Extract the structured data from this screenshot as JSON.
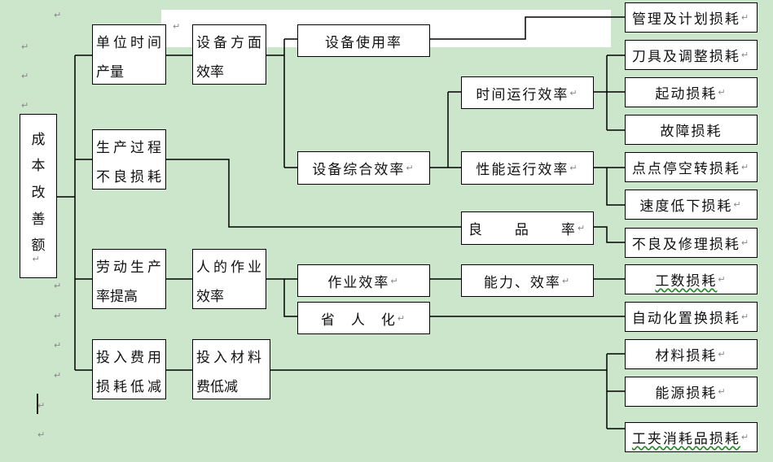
{
  "root": {
    "chars": [
      "成",
      "本",
      "改",
      "善",
      "额"
    ]
  },
  "level1": [
    {
      "line1": "单位时间",
      "line2a": "产",
      "line2b": "量"
    },
    {
      "line1": "生产过程",
      "line2": "不良损耗"
    },
    {
      "line1": "劳动生产",
      "line2a": "率",
      "line2b": "提",
      "line2c": "高"
    },
    {
      "line1": "投入费用",
      "line2": "损耗低减"
    }
  ],
  "level2": [
    {
      "line1": "设备方面",
      "line2a": "效",
      "line2b": "率"
    },
    {
      "line1": "人的作业",
      "line2a": "效",
      "line2b": "率"
    },
    {
      "line1": "投入材料",
      "line2a": "费",
      "line2b": "低",
      "line2c": "减"
    }
  ],
  "level3": {
    "equipment_usage": "设备使用率",
    "oee": "设备综合效率",
    "work_efficiency": "作业效率",
    "labor_saving": [
      "省",
      "人",
      "化"
    ]
  },
  "level4": {
    "time_efficiency": "时间运行效率",
    "performance_efficiency": "性能运行效率",
    "yield": [
      "良",
      "品",
      "率"
    ],
    "ability": "能力、效率"
  },
  "losses": {
    "management": "管理及计划损耗",
    "tooling": "刀具及调整损耗",
    "startup": "起动损耗",
    "breakdown": "故障损耗",
    "minor_stop": "点点停空转损耗",
    "speed": "速度低下损耗",
    "defect": "不良及修理损耗",
    "manhour": "工数损耗",
    "automation": "自动化置换损耗",
    "material": "材料损耗",
    "energy": "能源损耗",
    "consumables": "工夹消耗品损耗"
  },
  "marks": {
    "paragraph": "↵"
  }
}
